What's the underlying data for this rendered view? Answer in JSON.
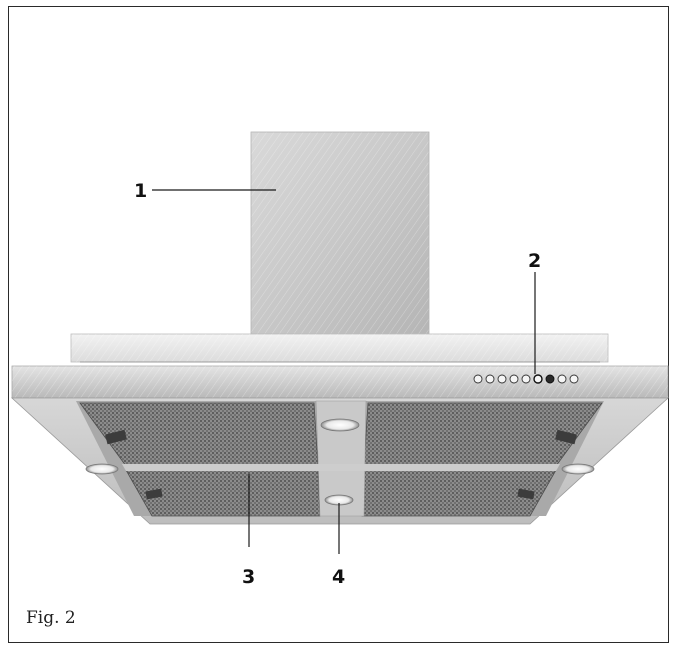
{
  "figure": {
    "caption": "Fig. 2",
    "callouts": [
      "1",
      "2",
      "3",
      "4"
    ]
  },
  "colors": {
    "steel_light": "#ececec",
    "steel_mid": "#cfcfcf",
    "steel_dark": "#9a9a9a",
    "filter_mesh": "#6e6e6e",
    "line": "#1a1a1a"
  }
}
